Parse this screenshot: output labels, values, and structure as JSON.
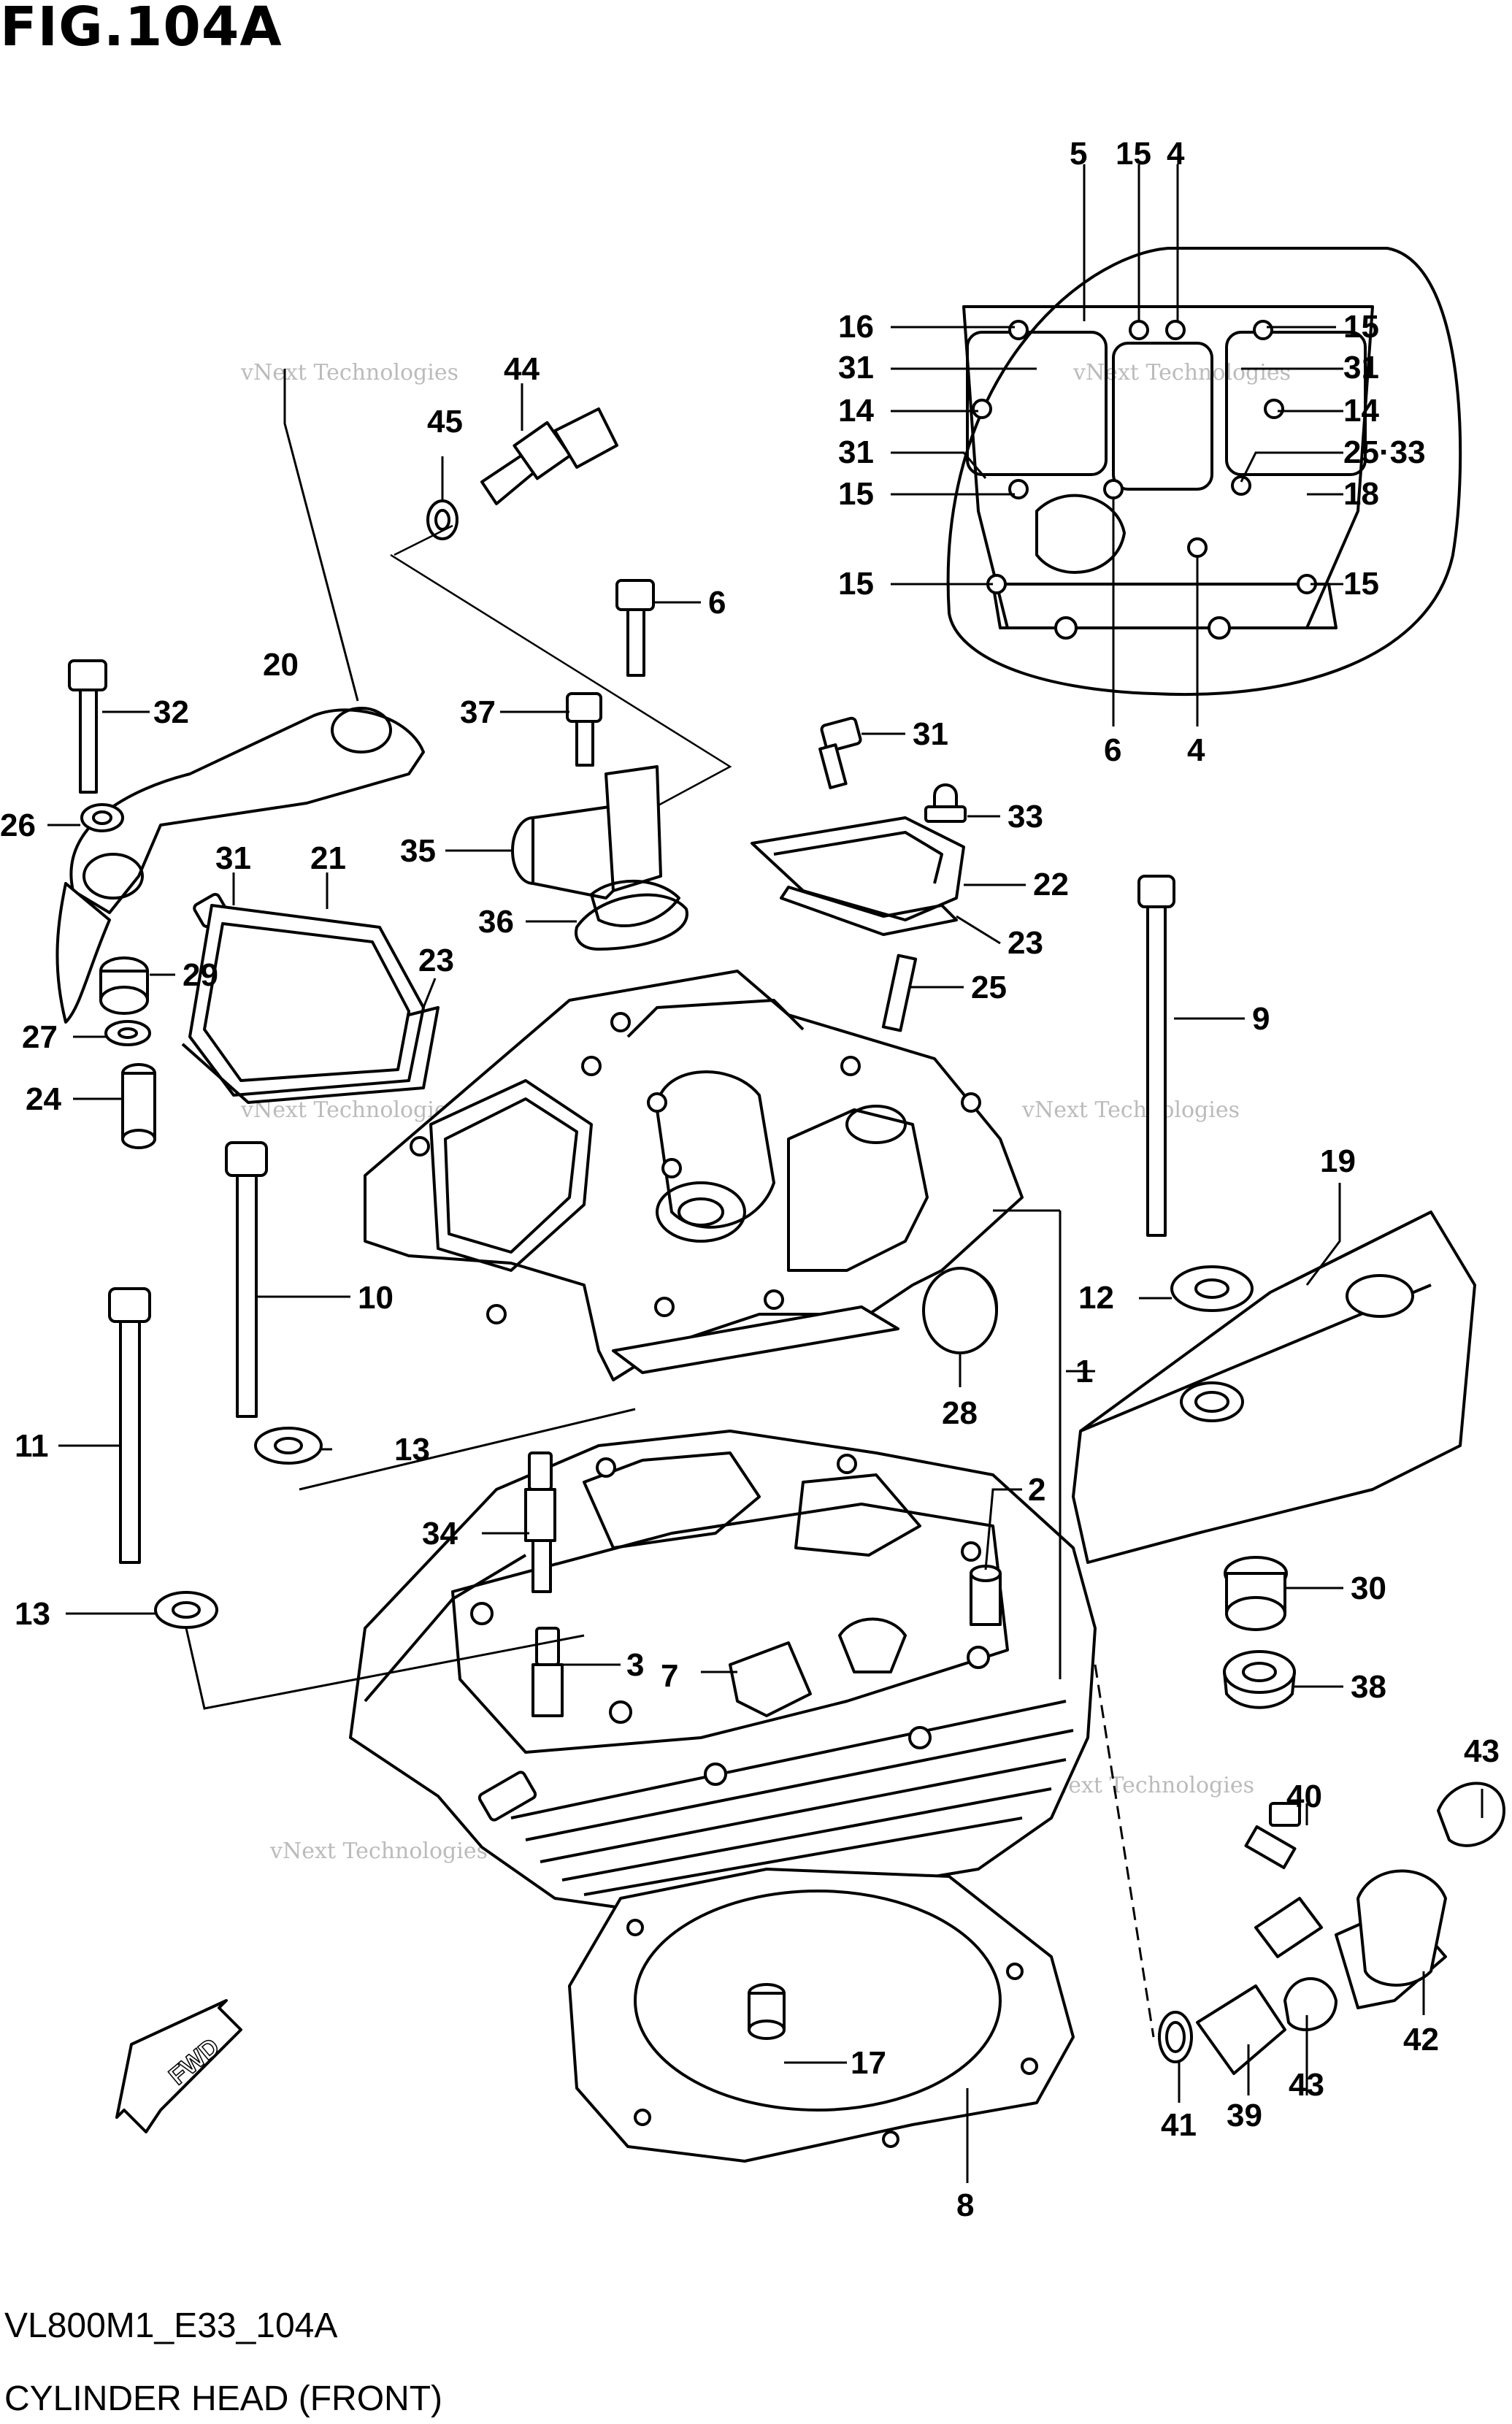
{
  "figure": {
    "title": "FIG.104A",
    "code": "VL800M1_E33_104A",
    "name": "CYLINDER HEAD (FRONT)",
    "fwd_label": "FWD",
    "watermark_line1": "vNext Technologies",
    "watermark_line2": "vNext Technologies"
  },
  "callouts": [
    "5",
    "15",
    "4",
    "16",
    "15",
    "31",
    "31",
    "14",
    "14",
    "31",
    "25·33",
    "15",
    "18",
    "15",
    "15",
    "6",
    "4",
    "44",
    "45",
    "6",
    "20",
    "32",
    "37",
    "31",
    "33",
    "26",
    "35",
    "21",
    "31",
    "22",
    "36",
    "23",
    "23",
    "29",
    "25",
    "27",
    "9",
    "24",
    "19",
    "10",
    "12",
    "1",
    "28",
    "11",
    "13",
    "2",
    "34",
    "30",
    "13",
    "3",
    "7",
    "38",
    "43",
    "40",
    "42",
    "17",
    "39",
    "43",
    "41",
    "8"
  ]
}
